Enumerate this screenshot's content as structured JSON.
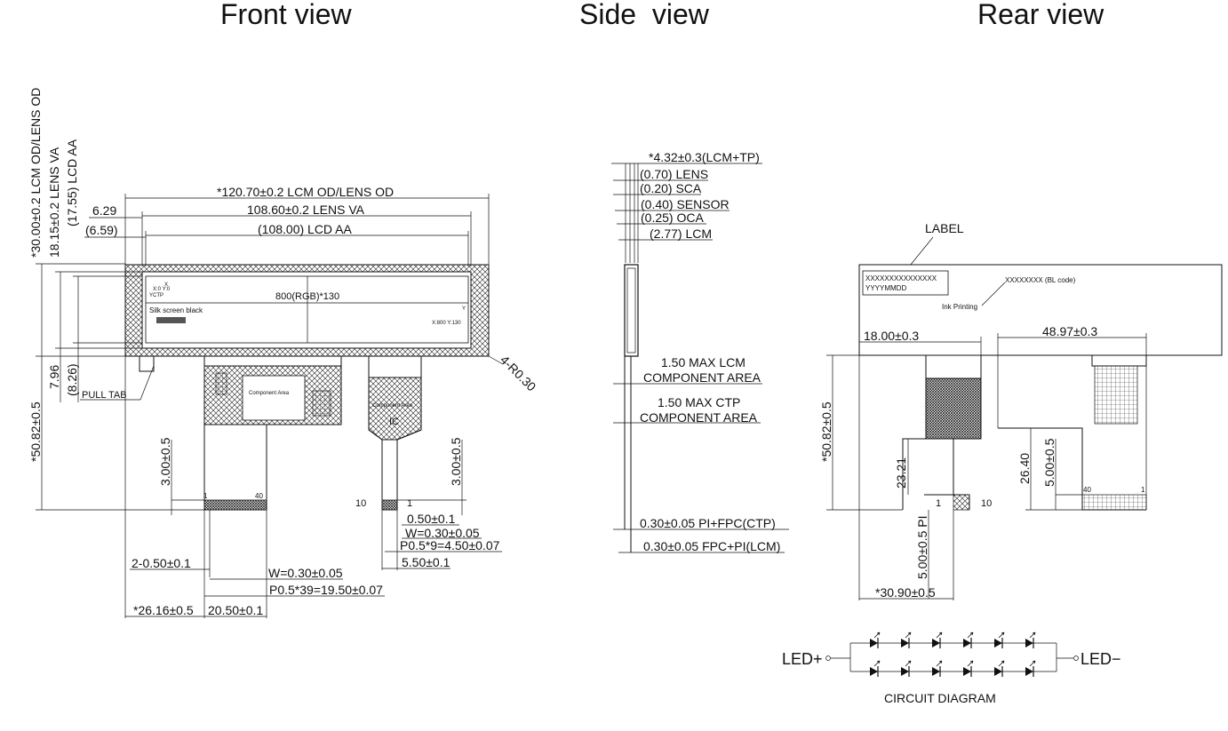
{
  "titles": {
    "front": "Front view",
    "side": "Side  view",
    "rear": "Rear view"
  },
  "front": {
    "dim_od": "*120.70±0.2 LCM OD/LENS OD",
    "dim_va": "108.60±0.2 LENS VA",
    "dim_aa": "(108.00) LCD AA",
    "dim_629": "6.29",
    "dim_659": "(6.59)",
    "vdim_od": "*30.00±0.2 LCM OD/LENS OD",
    "vdim_va": "18.15±0.2 LENS VA",
    "vdim_aa": "(17.55) LCD AA",
    "vdim_796": "7.96",
    "vdim_826": "(8.26)",
    "vdim_5082": "*50.82±0.5",
    "vdim_300a": "3.00±0.5",
    "vdim_300b": "3.00±0.5",
    "resolution": "800(RGB)*130",
    "silk": "Silk screen black",
    "origin_label": "X:0 Y:0",
    "ctp_label": "YCTP",
    "end_label": "X:800 Y:130",
    "x_axis": "X",
    "y_axis": "Y",
    "radius": "4-R0.30",
    "pull_tab": "PULL TAB",
    "comp_area1": "Component Area",
    "comp_area2": "Component Area",
    "ic": "IC",
    "pin1a": "1",
    "pin40": "40",
    "pin10": "10",
    "pin1b": "1",
    "dim_050": "0.50±0.1",
    "dim_w030": "W=0.30±0.05",
    "dim_p05x9": "P0.5*9=4.50±0.07",
    "dim_550": "5.50±0.1",
    "dim_2x050": "2-0.50±0.1",
    "dim_w030b": "W=0.30±0.05",
    "dim_p05x39": "P0.5*39=19.50±0.07",
    "dim_2616": "*26.16±0.5",
    "dim_2050": "20.50±0.1"
  },
  "side": {
    "total": "*4.32±0.3(LCM+TP)",
    "lens": "(0.70) LENS",
    "sca": "(0.20) SCA",
    "sensor": "(0.40) SENSOR",
    "oca": "(0.25) OCA",
    "lcm": "(2.77) LCM",
    "max_lcm_1": "1.50 MAX LCM",
    "max_lcm_2": "COMPONENT AREA",
    "max_ctp_1": "1.50 MAX CTP",
    "max_ctp_2": "COMPONENT AREA",
    "fpc_ctp": "0.30±0.05 PI+FPC(CTP)",
    "fpc_lcm": "0.30±0.05 FPC+PI(LCM)"
  },
  "rear": {
    "label": "LABEL",
    "label_line1": "XXXXXXXXXXXXXXX",
    "label_line2": "YYYYMMDD",
    "bl_code": "XXXXXXXX (BL code)",
    "ink": "Ink Printing",
    "dim_18": "18.00±0.3",
    "dim_4897": "48.97±0.3",
    "vdim_5082": "*50.82±0.5",
    "vdim_2321": "23.21",
    "vdim_2640": "26.40",
    "vdim_500": "5.00±0.5",
    "vdim_500pi": "5.00±0.5 PI",
    "dim_3090": "*30.90±0.5",
    "pin1": "1",
    "pin10": "10",
    "pin40": "40",
    "pin1b": "1"
  },
  "circuit": {
    "led_plus": "LED+",
    "led_minus": "LED−",
    "caption": "CIRCUIT DIAGRAM"
  }
}
